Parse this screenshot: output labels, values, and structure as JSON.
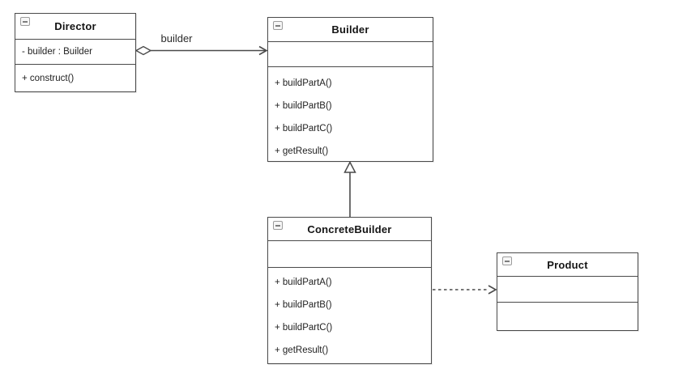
{
  "diagram": {
    "classes": [
      {
        "name": "Director",
        "attributes": [
          "- builder : Builder"
        ],
        "methods": [
          "+ construct()"
        ]
      },
      {
        "name": "Builder",
        "attributes": [],
        "methods": [
          "+ buildPartA()",
          "+ buildPartB()",
          "+ buildPartC()",
          "+ getResult()"
        ]
      },
      {
        "name": "ConcreteBuilder",
        "attributes": [],
        "methods": [
          "+ buildPartA()",
          "+ buildPartB()",
          "+ buildPartC()",
          "+ getResult()"
        ]
      },
      {
        "name": "Product",
        "attributes": [],
        "methods": []
      }
    ],
    "relationships": [
      {
        "type": "aggregation",
        "from": "Director",
        "to": "Builder",
        "label": "builder"
      },
      {
        "type": "generalization",
        "from": "ConcreteBuilder",
        "to": "Builder",
        "label": ""
      },
      {
        "type": "dependency",
        "from": "ConcreteBuilder",
        "to": "Product",
        "label": ""
      }
    ],
    "icons": {
      "collapse": "minus-square"
    },
    "colors": {
      "background": "#ffffff",
      "node_fill": "#ffffff",
      "stroke": "#4a4a4a",
      "text": "#1e1e1e"
    }
  }
}
